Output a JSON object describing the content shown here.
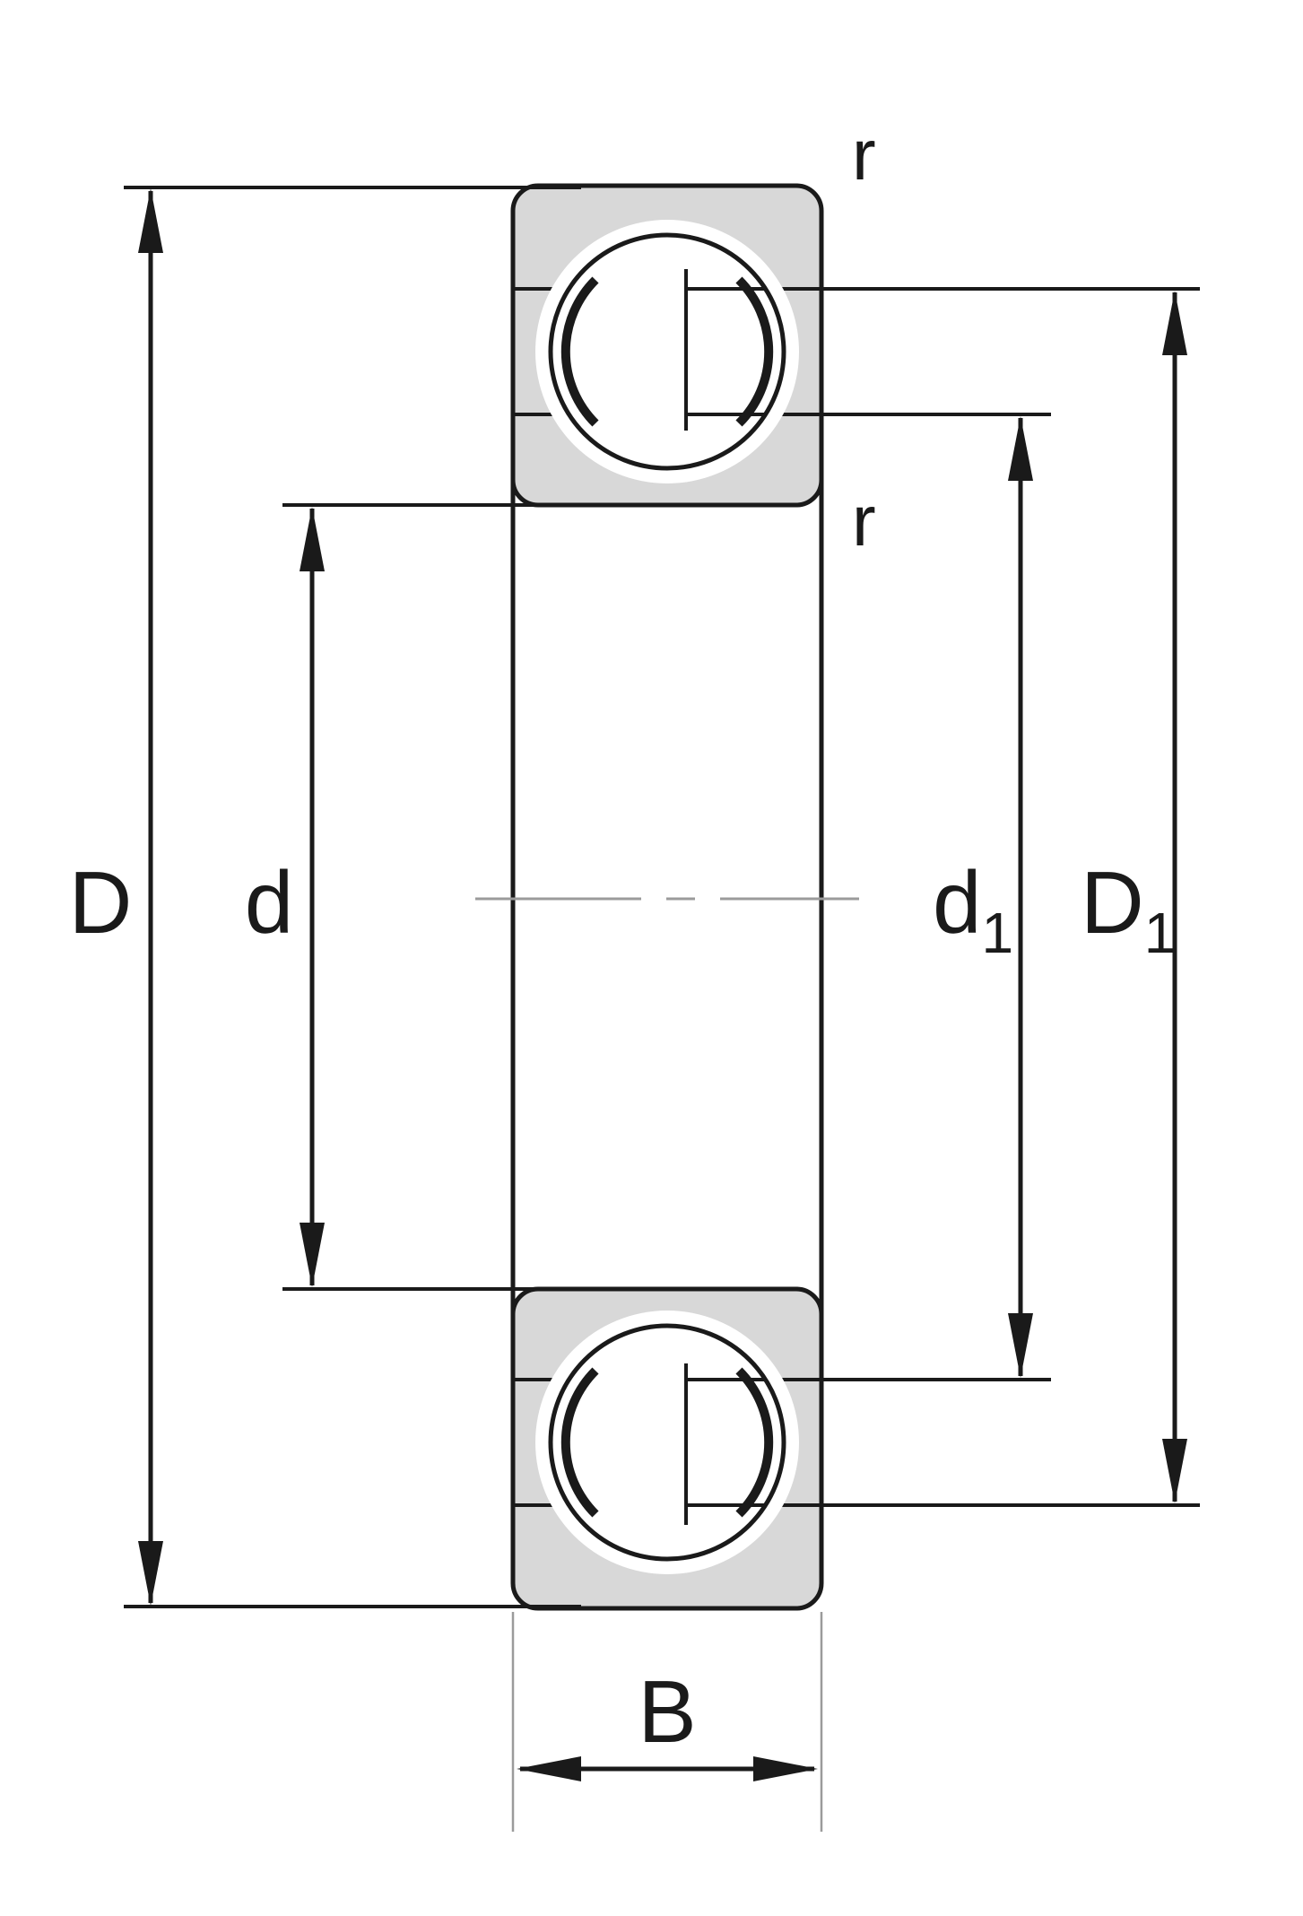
{
  "labels": {
    "D": "D",
    "d": "d",
    "d1_main": "d",
    "d1_sub": "1",
    "D1_main": "D",
    "D1_sub": "1",
    "B": "B",
    "r_outer": "r",
    "r_inner": "r"
  },
  "colors": {
    "line": "#1a1a1a",
    "ring_fill": "#d8d8d8",
    "extension": "#9b9b9b",
    "background": "#ffffff"
  }
}
